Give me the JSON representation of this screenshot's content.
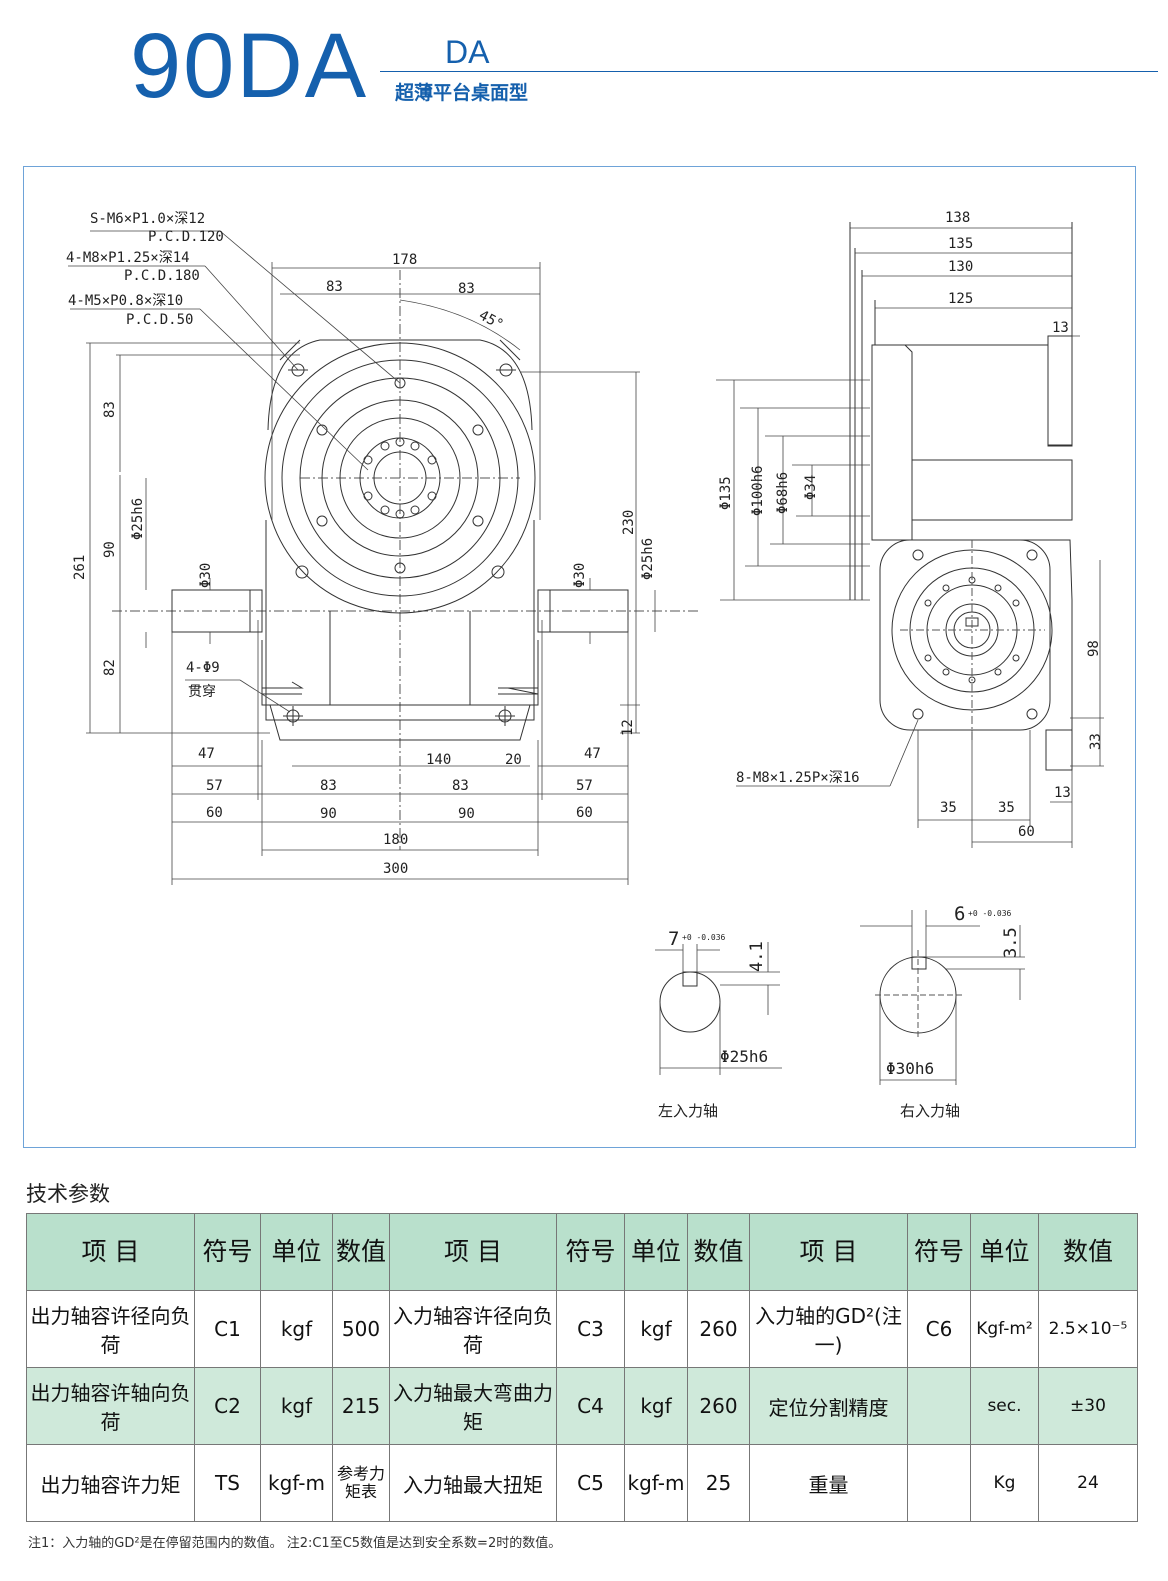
{
  "header": {
    "model": "90DA",
    "series": "DA",
    "subtitle": "超薄平台桌面型"
  },
  "drawing": {
    "callouts": {
      "s_m6": "S-M6×P1.0×深12",
      "pcd120": "P.C.D.120",
      "m8": "4-M8×P1.25×深14",
      "pcd180": "P.C.D.180",
      "m5": "4-M5×P0.8×深10",
      "pcd50": "P.C.D.50",
      "holes": "4-Φ9",
      "through": "贯穿",
      "m8_side": "8-M8×1.25P×深16"
    },
    "front_dims": {
      "top178": "178",
      "top83_l": "83",
      "top83_r": "83",
      "angle": "45°",
      "h261": "261",
      "h83": "83",
      "h90": "90",
      "h82": "82",
      "d25h6_l": "Φ25h6",
      "d30_l": "Φ30",
      "d30_r": "Φ30",
      "h230": "230",
      "d25h6_r": "Φ25h6",
      "h12": "12",
      "b47_l": "47",
      "b140": "140",
      "b20": "20",
      "b47_r": "47",
      "b57_l": "57",
      "b83_l": "83",
      "b83_r": "83",
      "b57_r": "57",
      "b60_l": "60",
      "b90_l": "90",
      "b90_r": "90",
      "b60_r": "60",
      "b180": "180",
      "b300": "300"
    },
    "side_dims": {
      "t138": "138",
      "t135": "135",
      "t130": "130",
      "t125": "125",
      "t13": "13",
      "d135": "Φ135",
      "d100h6": "Φ100h6",
      "d68h6": "Φ68h6",
      "d34": "Φ34",
      "v98": "98",
      "v33": "33",
      "v13": "13",
      "b35a": "35",
      "b35b": "35",
      "b60": "60"
    },
    "shafts": {
      "left_key": "7",
      "left_tol": "+0 -0.036",
      "left_depth": "4.1",
      "left_dia": "Φ25h6",
      "left_label": "左入力轴",
      "right_key": "6",
      "right_tol": "+0 -0.036",
      "right_depth": "3.5",
      "right_dia": "Φ30h6",
      "right_label": "右入力轴"
    }
  },
  "spec": {
    "title": "技术参数",
    "headers": {
      "item": "项  目",
      "symbol": "符号",
      "unit": "单位",
      "value": "数值"
    },
    "rows": [
      [
        {
          "item": "出力轴容许径向负荷",
          "symbol": "C1",
          "unit": "kgf",
          "value": "500"
        },
        {
          "item": "入力轴容许径向负荷",
          "symbol": "C3",
          "unit": "kgf",
          "value": "260"
        },
        {
          "item": "入力轴的GD²(注一)",
          "symbol": "C6",
          "unit": "Kgf-m²",
          "value": "2.5×10⁻⁵"
        }
      ],
      [
        {
          "item": "出力轴容许轴向负荷",
          "symbol": "C2",
          "unit": "kgf",
          "value": "215"
        },
        {
          "item": "入力轴最大弯曲力矩",
          "symbol": "C4",
          "unit": "kgf",
          "value": "260"
        },
        {
          "item": "定位分割精度",
          "symbol": "",
          "unit": "sec.",
          "value": "±30"
        }
      ],
      [
        {
          "item": "出力轴容许力矩",
          "symbol": "TS",
          "unit": "kgf-m",
          "value": "参考力矩表"
        },
        {
          "item": "入力轴最大扭矩",
          "symbol": "C5",
          "unit": "kgf-m",
          "value": "25"
        },
        {
          "item": "重量",
          "symbol": "",
          "unit": "Kg",
          "value": "24"
        }
      ]
    ],
    "note": "注1：入力轴的GD²是在停留范围内的数值。  注2:C1至C5数值是达到安全系数=2时的数值。"
  }
}
